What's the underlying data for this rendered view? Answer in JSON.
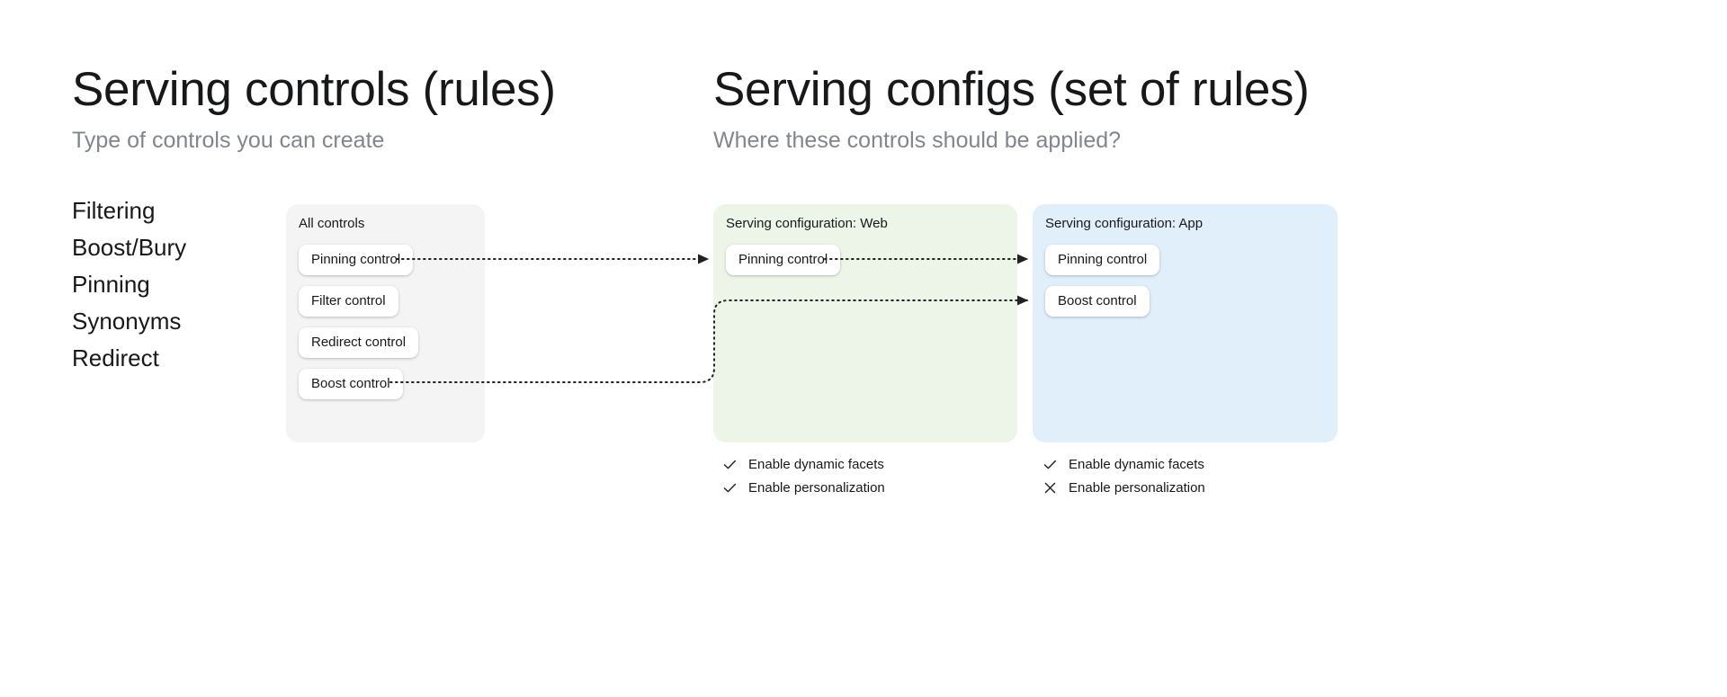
{
  "left_section": {
    "title": "Serving controls (rules)",
    "subtitle": "Type of controls you can create",
    "control_types": [
      "Filtering",
      "Boost/Bury",
      "Pinning",
      "Synonyms",
      "Redirect"
    ]
  },
  "right_section": {
    "title": "Serving configs (set of rules)",
    "subtitle": "Where these controls should be applied?"
  },
  "cards": {
    "all_controls": {
      "title": "All controls",
      "background": "#f4f4f4",
      "chips": [
        "Pinning control",
        "Filter control",
        "Redirect control",
        "Boost control"
      ]
    },
    "serving_config_web": {
      "title": "Serving configuration: Web",
      "background": "#edf5e8",
      "chips": [
        "Pinning control"
      ],
      "options": [
        {
          "label": "Enable dynamic facets",
          "icon": "check-icon",
          "enabled": true
        },
        {
          "label": "Enable personalization",
          "icon": "check-icon",
          "enabled": true
        }
      ]
    },
    "serving_config_app": {
      "title": "Serving configuration: App",
      "background": "#e1effb",
      "chips": [
        "Pinning control",
        "Boost control"
      ],
      "options": [
        {
          "label": "Enable dynamic facets",
          "icon": "check-icon",
          "enabled": true
        },
        {
          "label": "Enable personalization",
          "icon": "close-icon",
          "enabled": false
        }
      ]
    }
  },
  "connectors": [
    {
      "from": "all-controls-pinning-control",
      "to": "web-pinning-control",
      "style": "dotted-arrow"
    },
    {
      "from": "web-pinning-control",
      "to": "app-pinning-control",
      "style": "dotted-arrow"
    },
    {
      "from": "all-controls-boost-control",
      "to": "app-boost-control",
      "style": "dotted-arrow-elbow"
    }
  ],
  "colors": {
    "text": "#17181a",
    "muted": "#80868b",
    "card_gray": "#f4f4f4",
    "card_green": "#edf5e8",
    "card_blue": "#e1effb",
    "chip": "#ffffff",
    "connector": "#202124"
  }
}
